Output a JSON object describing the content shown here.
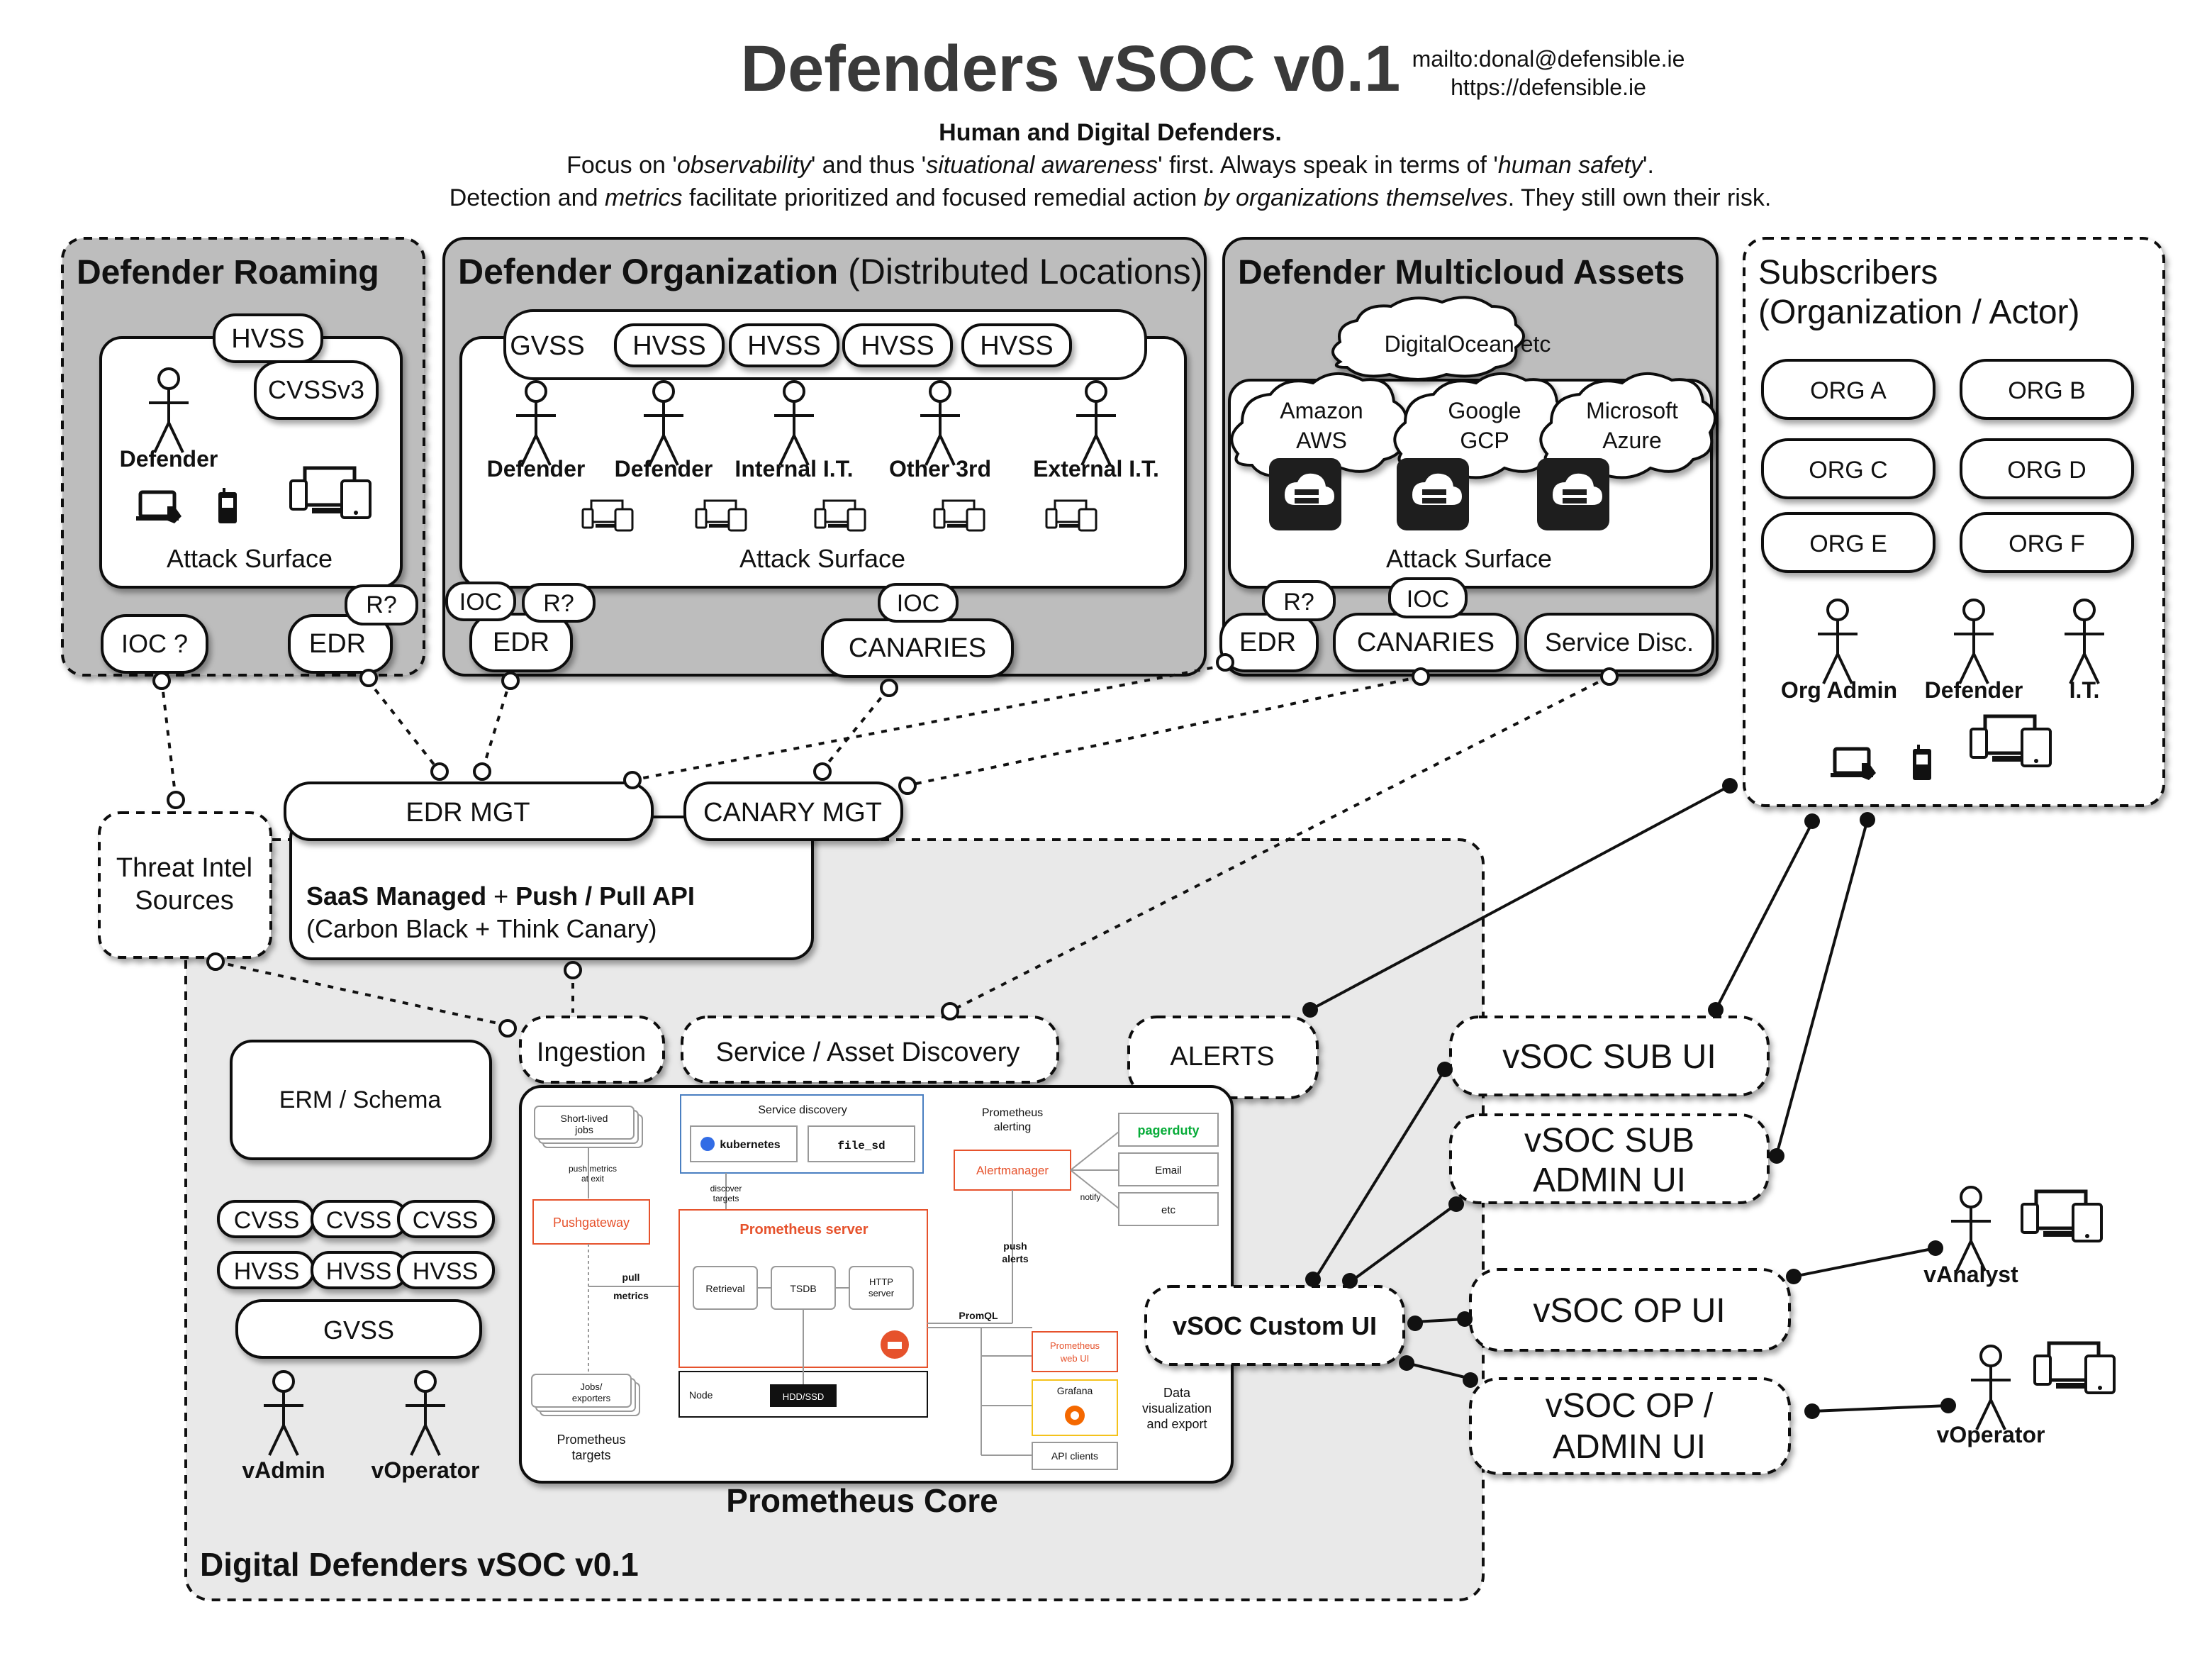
{
  "header": {
    "title": "Defenders vSOC v0.1",
    "email": "mailto:donal@defensible.ie",
    "url": "https://defensible.ie",
    "subtitle": "Human and Digital Defenders.",
    "line1_a": "Focus on '",
    "line1_b": "observability",
    "line1_c": "' and thus '",
    "line1_d": "situational awareness",
    "line1_e": "' first. Always speak in terms of '",
    "line1_f": "human safety",
    "line1_g": "'.",
    "line2_a": "Detection and ",
    "line2_b": "metrics",
    "line2_c": " facilitate prioritized and focused remedial action ",
    "line2_d": "by organizations themselves",
    "line2_e": ". They still own their risk."
  },
  "roaming": {
    "title": "Defender Roaming",
    "hvss": "HVSS",
    "cvss": "CVSSv3",
    "actor": "Defender",
    "attack_surface": "Attack Surface",
    "ioc": "IOC ?",
    "edr": "EDR",
    "r": "R?"
  },
  "organization": {
    "title_bold": "Defender Organization",
    "title_light": " (Distributed Locations)",
    "gvss": "GVSS",
    "hvss": [
      "HVSS",
      "HVSS",
      "HVSS",
      "HVSS"
    ],
    "actors": [
      "Defender",
      "Defender",
      "Internal I.T.",
      "Other 3rd",
      "External I.T."
    ],
    "attack_surface": "Attack Surface",
    "ioc": "IOC",
    "r": "R?",
    "edr": "EDR",
    "ioc2": "IOC",
    "canaries": "CANARIES"
  },
  "multicloud": {
    "title": "Defender Multicloud Assets",
    "clouds": {
      "digitalocean": "DigitalOcean etc",
      "aws_1": "Amazon",
      "aws_2": "AWS",
      "gcp_1": "Google",
      "gcp_2": "GCP",
      "azure_1": "Microsoft",
      "azure_2": "Azure"
    },
    "attack_surface": "Attack Surface",
    "r": "R?",
    "ioc": "IOC",
    "edr": "EDR",
    "canaries": "CANARIES",
    "service_disc": "Service Disc."
  },
  "subscribers": {
    "title1": "Subscribers",
    "title2": "(Organization / Actor)",
    "orgs": [
      "ORG A",
      "ORG B",
      "ORG C",
      "ORG D",
      "ORG E",
      "ORG F"
    ],
    "actors": [
      "Org Admin",
      "Defender",
      "I.T."
    ]
  },
  "middle": {
    "edr_mgt": "EDR MGT",
    "canary_mgt": "CANARY MGT",
    "saas_a": "SaaS Managed",
    "saas_b": " + ",
    "saas_c": "Push / Pull API",
    "saas_line2": "(Carbon Black + Think Canary)",
    "threat1": "Threat Intel",
    "threat2": "Sources"
  },
  "vsoc": {
    "title": "Digital Defenders vSOC v0.1",
    "ingestion": "Ingestion",
    "service_discovery": "Service / Asset Discovery",
    "alerts": "ALERTS",
    "erm": "ERM / Schema",
    "cvss": [
      "CVSS",
      "CVSS",
      "CVSS"
    ],
    "hvss": [
      "HVSS",
      "HVSS",
      "HVSS"
    ],
    "gvss": "GVSS",
    "actors": [
      "vAdmin",
      "vOperator"
    ],
    "prometheus_core": "Prometheus Core",
    "custom_ui": "vSOC Custom UI",
    "sub_ui": "vSOC SUB UI",
    "sub_admin_1": "vSOC SUB",
    "sub_admin_2": "ADMIN UI",
    "op_ui": "vSOC OP UI",
    "op_admin_1": "vSOC OP /",
    "op_admin_2": "ADMIN UI",
    "analyst": "vAnalyst",
    "operator": "vOperator"
  },
  "prometheus": {
    "short_lived_1": "Short-lived",
    "short_lived_2": "jobs",
    "push_metrics_1": "push metrics",
    "push_metrics_2": "at exit",
    "pushgateway": "Pushgateway",
    "pull_1": "pull",
    "pull_2": "metrics",
    "jobs_1": "Jobs/",
    "jobs_2": "exporters",
    "targets_1": "Prometheus",
    "targets_2": "targets",
    "service_discovery": "Service discovery",
    "kubernetes": "kubernetes",
    "file_sd": "file_sd",
    "discover_1": "discover",
    "discover_2": "targets",
    "server": "Prometheus server",
    "retrieval": "Retrieval",
    "tsdb": "TSDB",
    "http_1": "HTTP",
    "http_2": "server",
    "node": "Node",
    "hdd": "HDD/SSD",
    "alerting_1": "Prometheus",
    "alerting_2": "alerting",
    "alertmanager": "Alertmanager",
    "pagerduty": "pagerduty",
    "email": "Email",
    "etc": "etc",
    "notify": "notify",
    "push_alerts_1": "push",
    "push_alerts_2": "alerts",
    "promql": "PromQL",
    "webui_1": "Prometheus",
    "webui_2": "web UI",
    "grafana": "Grafana",
    "api_clients": "API clients",
    "dataviz_1": "Data",
    "dataviz_2": "visualization",
    "dataviz_3": "and export"
  },
  "colors": {
    "panel_dark": "#bdbdbd",
    "panel_light": "#e9e9e9",
    "prom_orange": "#e6522c",
    "sd_blue": "#4a7fc1",
    "pagerduty_green": "#06ac38",
    "grafana_yellow": "#f4c21b"
  },
  "icons": [
    "stick-figure-icon",
    "tablet-hand-icon",
    "phone-icon",
    "devices-icon",
    "cloud-server-icon",
    "cloud-icon"
  ]
}
